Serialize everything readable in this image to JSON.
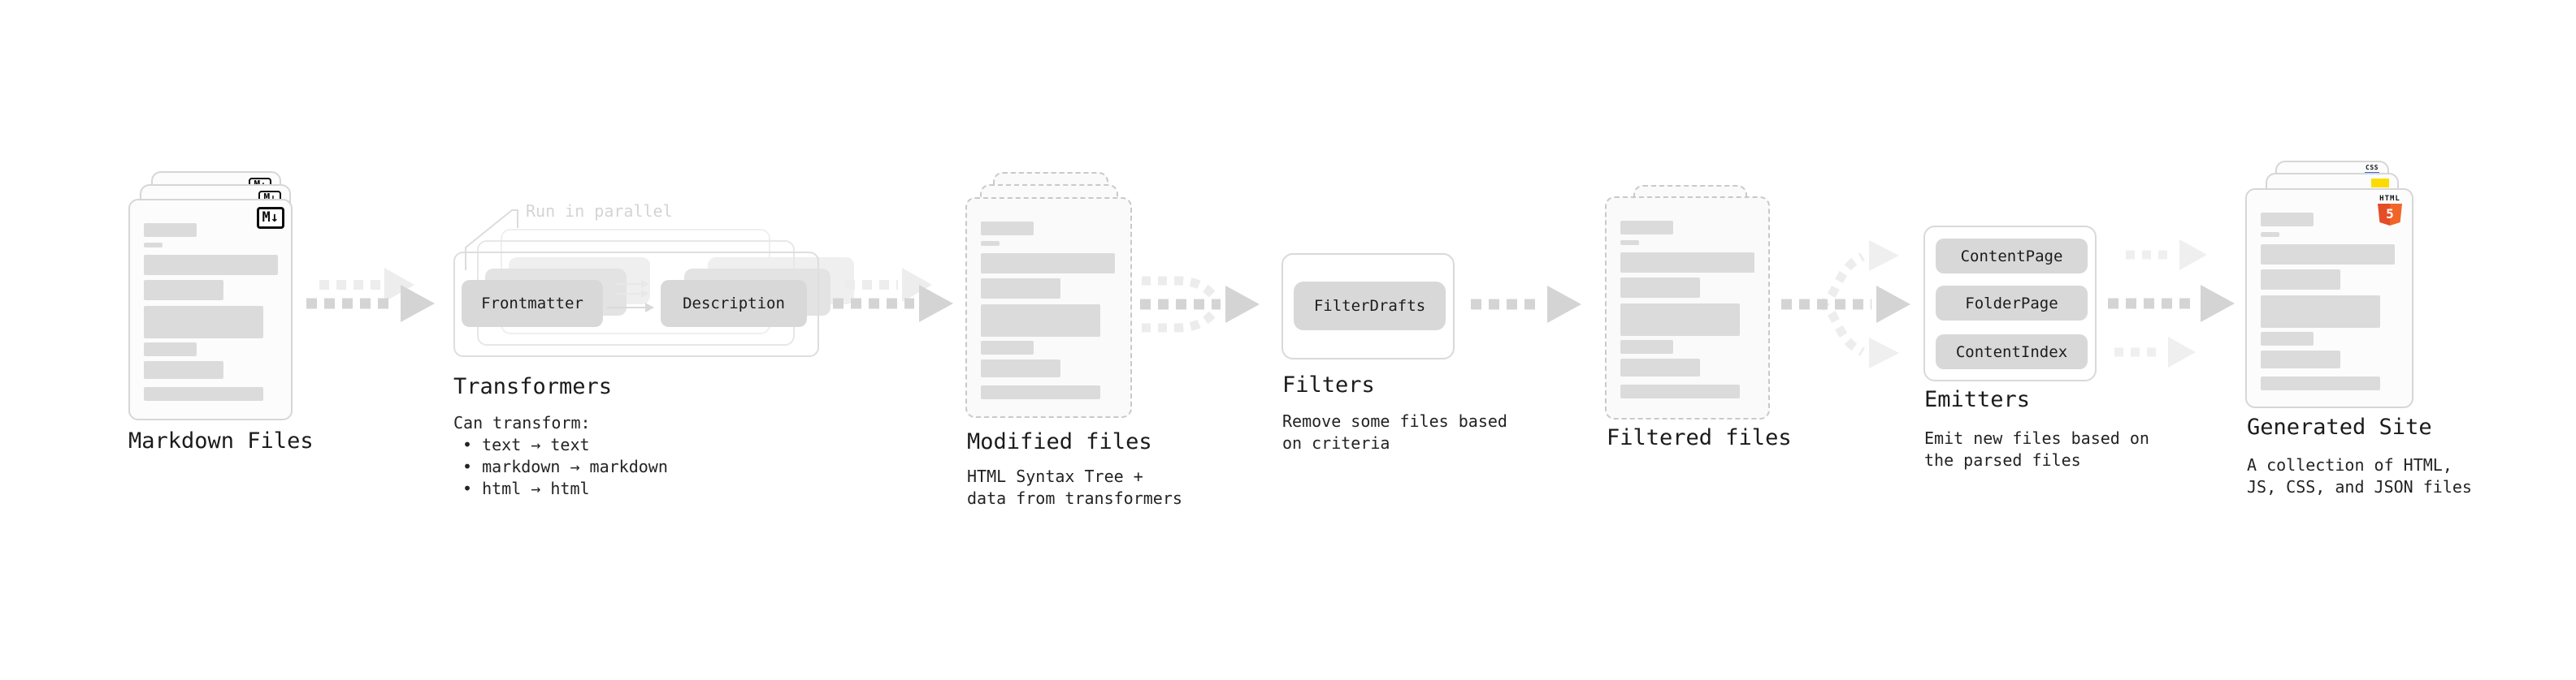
{
  "stages": {
    "markdown_files": {
      "label": "Markdown Files",
      "icon": "M↓"
    },
    "transformers": {
      "label": "Transformers",
      "note": "Run in parallel",
      "desc_title": "Can transform:",
      "bullets": [
        "• text → text",
        "• markdown → markdown",
        "• html → html"
      ],
      "pills": [
        "Frontmatter",
        "Description"
      ]
    },
    "modified_files": {
      "label": "Modified files",
      "desc": [
        "HTML Syntax Tree +",
        "data from transformers"
      ]
    },
    "filters": {
      "label": "Filters",
      "desc": [
        "Remove some files based",
        "on criteria"
      ],
      "pills": [
        "FilterDrafts"
      ]
    },
    "filtered_files": {
      "label": "Filtered files"
    },
    "emitters": {
      "label": "Emitters",
      "desc": [
        "Emit new files based on",
        "the parsed files"
      ],
      "pills": [
        "ContentPage",
        "FolderPage",
        "ContentIndex"
      ]
    },
    "generated_site": {
      "label": "Generated Site",
      "desc": [
        "A collection of HTML,",
        "JS, CSS, and JSON files"
      ],
      "badges": {
        "html_word": "HTML",
        "html_num": "5",
        "css_word": "CSS"
      }
    }
  },
  "colors": {
    "arrow_dark": "#d4d4d4",
    "arrow_faint": "#ededed",
    "pill_gray": "#d8d8d8",
    "html5_orange": "#e44d26",
    "js_yellow": "#fcdc00",
    "css_blue": "#3366e8"
  }
}
